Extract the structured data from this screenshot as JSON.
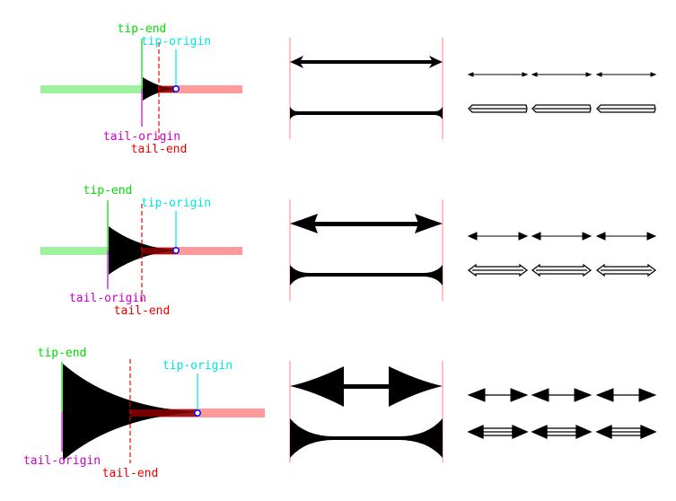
{
  "labels": {
    "tip_end": "tip-end",
    "tip_origin": "tip-origin",
    "tail_origin": "tail-origin",
    "tail_end": "tail-end"
  },
  "colors": {
    "tip_end": "#00dd00",
    "tip_origin": "#00e5e5",
    "tail_origin": "#cc00cc",
    "tail_end": "#ee0000",
    "shaft_green": "#9ef29e",
    "shaft_red": "#ff9a9a",
    "boundary": "#ff8080",
    "origin_marker": "#1010ee"
  },
  "icons": {
    "arrowhead": "concave-arrowhead-icon",
    "double_arrow": "double-headed-arrow-icon",
    "hollow_double_arrow": "hollow-double-headed-arrow-icon"
  }
}
